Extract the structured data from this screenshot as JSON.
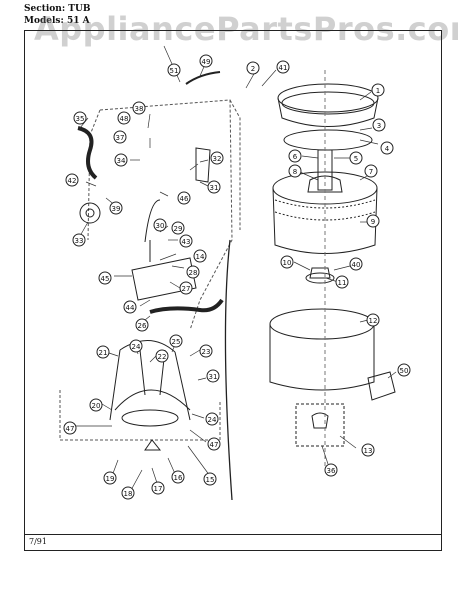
{
  "header": {
    "section_label": "Section:",
    "section_value": "TUB",
    "models_label": "Models:",
    "models_value": "51 A"
  },
  "watermark": "AppliancePartsPros.com",
  "footer": {
    "date": "7/91"
  },
  "callouts": [
    "1",
    "2",
    "3",
    "4",
    "5",
    "6",
    "7",
    "8",
    "9",
    "10",
    "11",
    "12",
    "13",
    "14",
    "15",
    "16",
    "17",
    "18",
    "19",
    "20",
    "21",
    "22",
    "23",
    "24",
    "25",
    "26",
    "27",
    "28",
    "29",
    "30",
    "31",
    "32",
    "33",
    "34",
    "35",
    "36",
    "37",
    "38",
    "39",
    "40",
    "41",
    "42",
    "43",
    "44",
    "45",
    "46",
    "47",
    "48",
    "49",
    "50",
    "51"
  ]
}
